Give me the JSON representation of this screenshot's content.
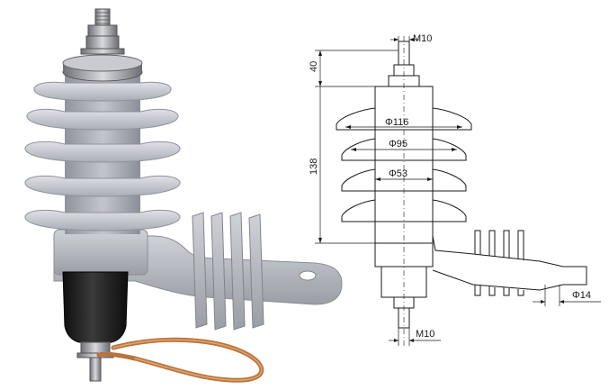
{
  "diagram": {
    "dimensions": {
      "top_thread": "M10",
      "terminal_height": "40",
      "body_height": "138",
      "shed_large_dia": "Φ116",
      "shed_medium_dia": "Φ95",
      "shed_small_dia": "Φ53",
      "bottom_thread": "M10",
      "mounting_hole_dia": "Φ14"
    },
    "colors": {
      "porcelain": "#c9ccd3",
      "porcelain_shade": "#9ea3ad",
      "bracket": "#b9bcc2",
      "base_black": "#1c1c1c",
      "copper_wire": "#b8743d",
      "metal": "#8e9094",
      "drawing_ink": "#1a1a1a"
    }
  }
}
